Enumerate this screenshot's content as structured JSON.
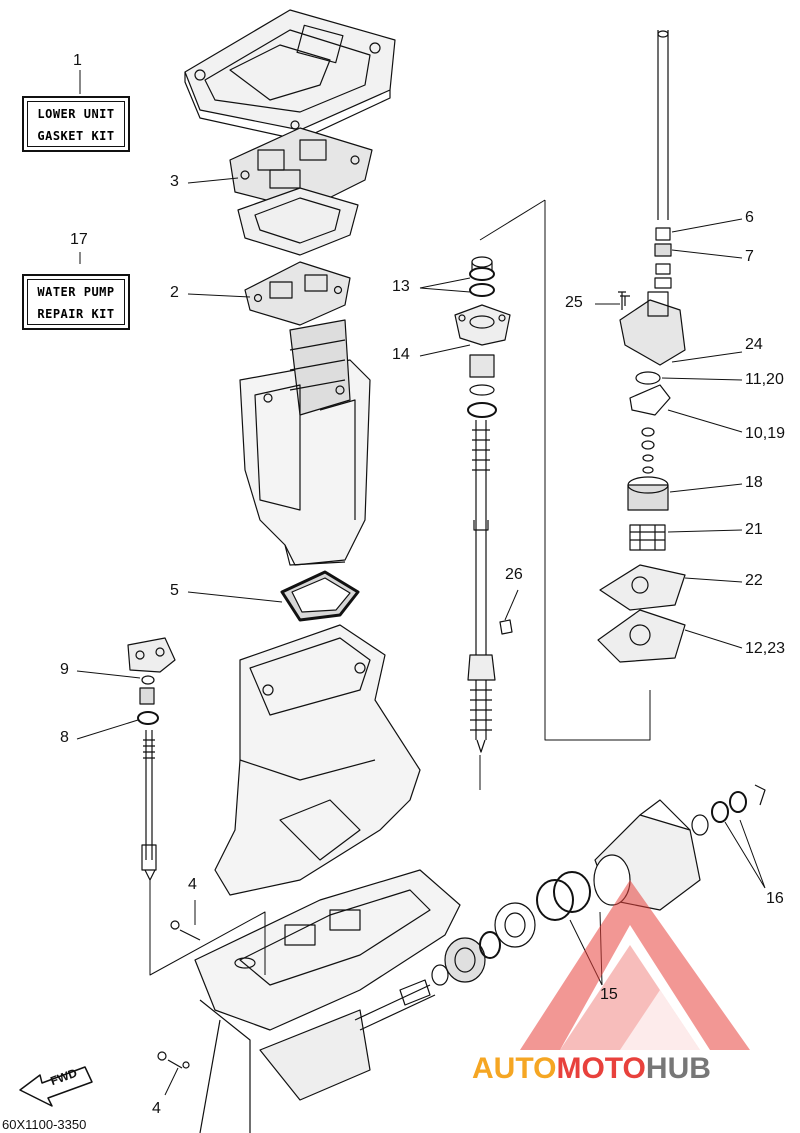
{
  "kits": {
    "lower_unit": {
      "number": "1",
      "line1": "LOWER UNIT",
      "line2": "GASKET KIT"
    },
    "water_pump": {
      "number": "17",
      "line1": "WATER PUMP",
      "line2": "REPAIR KIT"
    }
  },
  "callouts": {
    "c2": "2",
    "c3": "3",
    "c4a": "4",
    "c4b": "4",
    "c5": "5",
    "c6": "6",
    "c7": "7",
    "c8": "8",
    "c9": "9",
    "c10_19": "10,19",
    "c11_20": "11,20",
    "c12_23": "12,23",
    "c13": "13",
    "c14": "14",
    "c15": "15",
    "c16": "16",
    "c18": "18",
    "c21": "21",
    "c22": "22",
    "c24": "24",
    "c25": "25",
    "c26": "26"
  },
  "direction_label": "FWD",
  "part_code": "60X1100-3350",
  "watermark": {
    "part1": "AUTO",
    "part2": "MOTO",
    "part3": "HUB"
  },
  "colors": {
    "watermark_red": "#e8413c",
    "watermark_orange": "#f5a623",
    "watermark_grey": "#777777",
    "line": "#111111"
  }
}
